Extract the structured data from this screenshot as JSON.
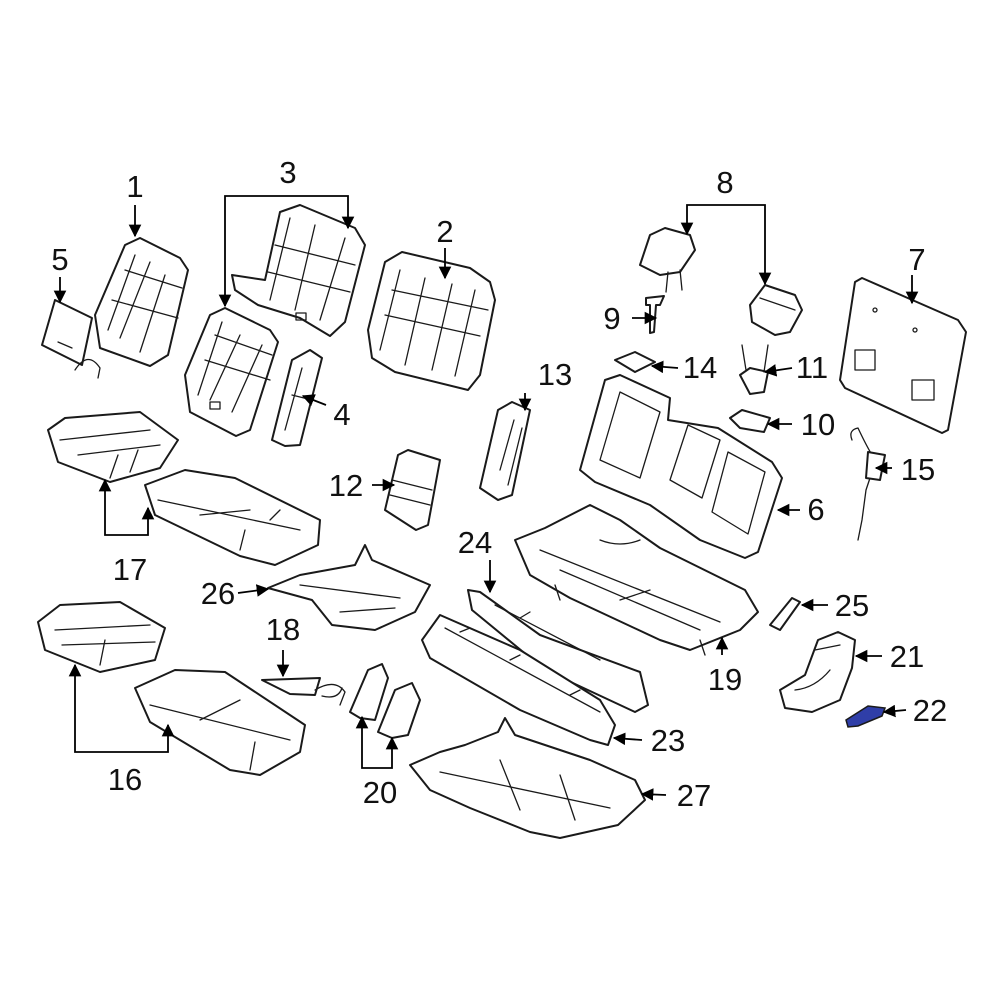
{
  "callouts": {
    "c1": "1",
    "c2": "2",
    "c3": "3",
    "c4": "4",
    "c5": "5",
    "c6": "6",
    "c7": "7",
    "c8": "8",
    "c9": "9",
    "c10": "10",
    "c11": "11",
    "c12": "12",
    "c13": "13",
    "c14": "14",
    "c15": "15",
    "c16": "16",
    "c17": "17",
    "c18": "18",
    "c19": "19",
    "c20": "20",
    "c21": "21",
    "c22": "22",
    "c23": "23",
    "c24": "24",
    "c25": "25",
    "c26": "26",
    "c27": "27"
  },
  "colors": {
    "line": "#1a1a1a",
    "highlight": "#2f3ea8",
    "background": "#ffffff"
  }
}
